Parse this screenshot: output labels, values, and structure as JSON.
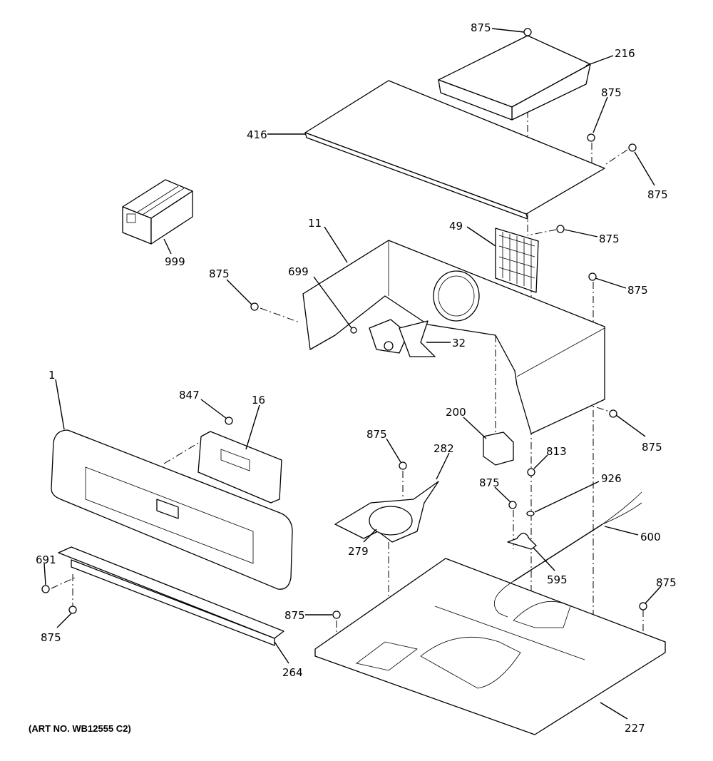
{
  "diagram": {
    "art_number": "(ART NO. WB12555 C2)",
    "callouts": [
      "875",
      "216",
      "875",
      "416",
      "875",
      "999",
      "49",
      "875",
      "11",
      "699",
      "875",
      "875",
      "32",
      "1",
      "847",
      "16",
      "200",
      "875",
      "875",
      "282",
      "813",
      "926",
      "875",
      "600",
      "595",
      "279",
      "691",
      "875",
      "875",
      "875",
      "264",
      "227"
    ]
  }
}
